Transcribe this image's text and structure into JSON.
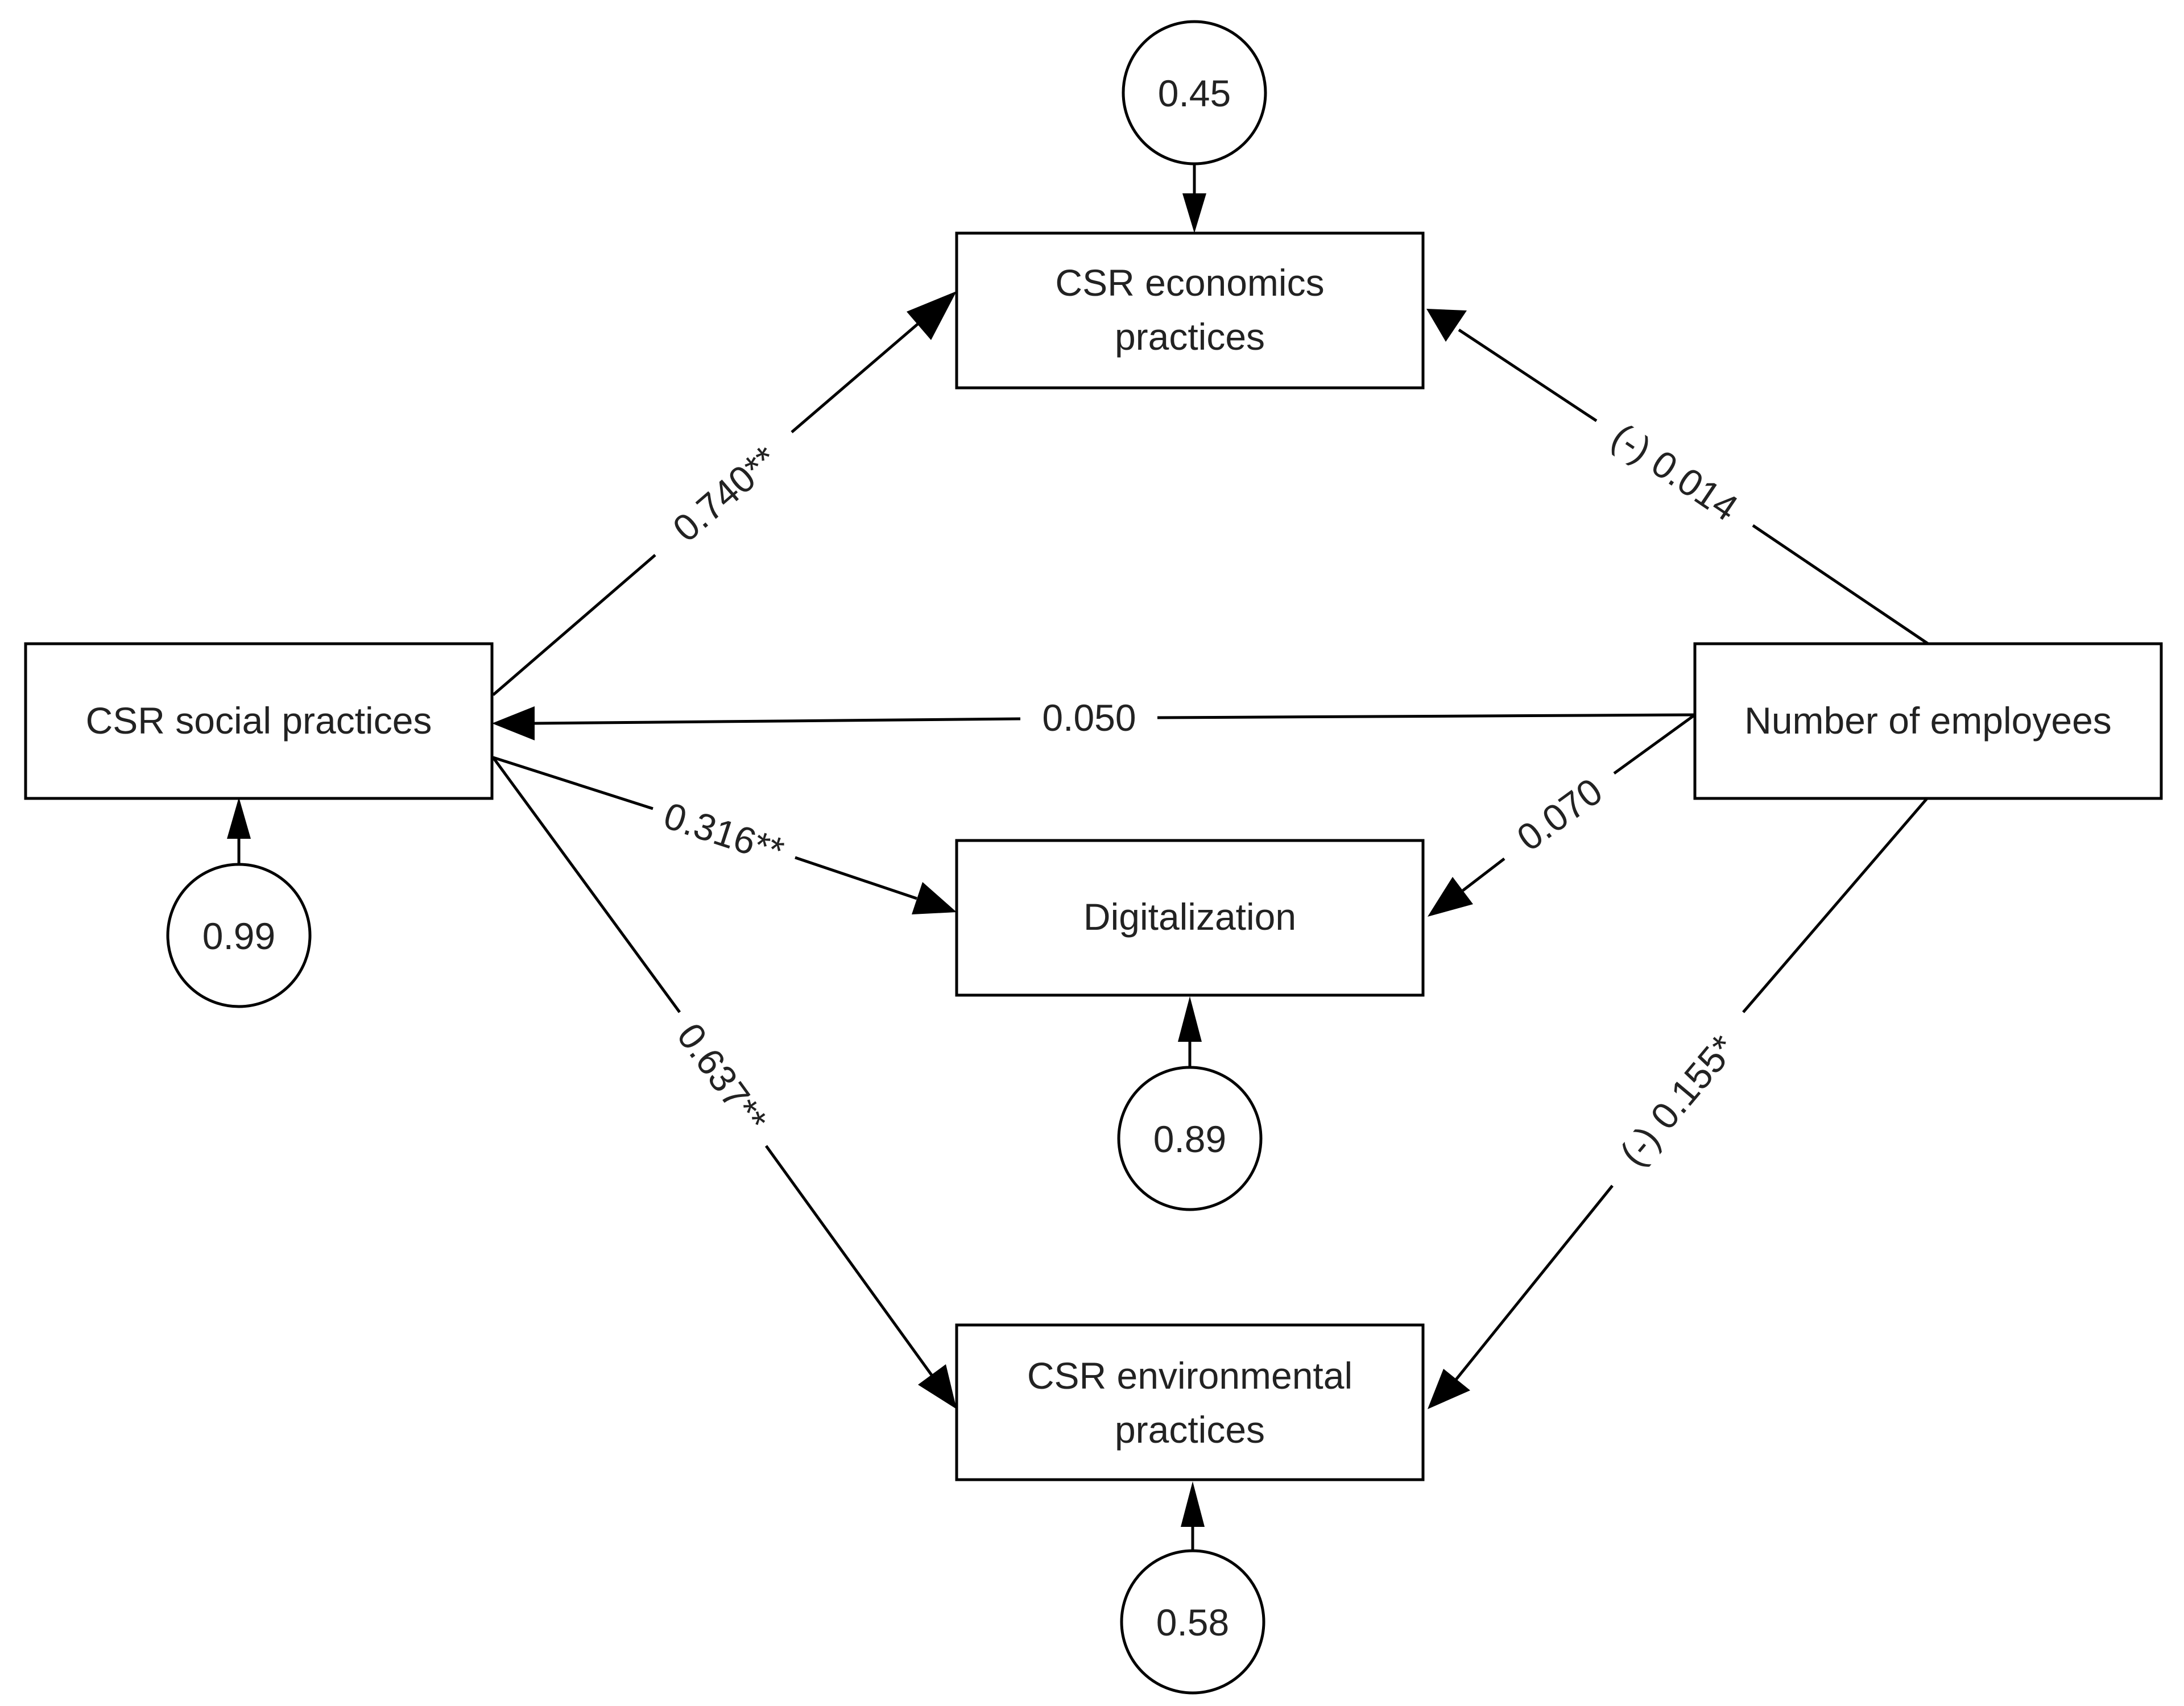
{
  "nodes": {
    "economics": {
      "lines": [
        "CSR economics",
        "practices"
      ]
    },
    "social": {
      "lines": [
        "CSR social practices"
      ]
    },
    "employees": {
      "lines": [
        "Number of employees"
      ]
    },
    "digital": {
      "lines": [
        "Digitalization"
      ]
    },
    "environmental": {
      "lines": [
        "CSR environmental",
        "practices"
      ]
    }
  },
  "errors": {
    "economics": "0.45",
    "social": "0.99",
    "digital": "0.89",
    "environmental": "0.58"
  },
  "paths": {
    "social_to_economics": "0.740**",
    "employees_to_economics": "(-) 0.014",
    "employees_to_social": "0.050",
    "social_to_digital": "0.316**",
    "employees_to_digital": "0.070",
    "social_to_environmental": "0.637**",
    "employees_to_environmental": "(-) 0.155*"
  }
}
